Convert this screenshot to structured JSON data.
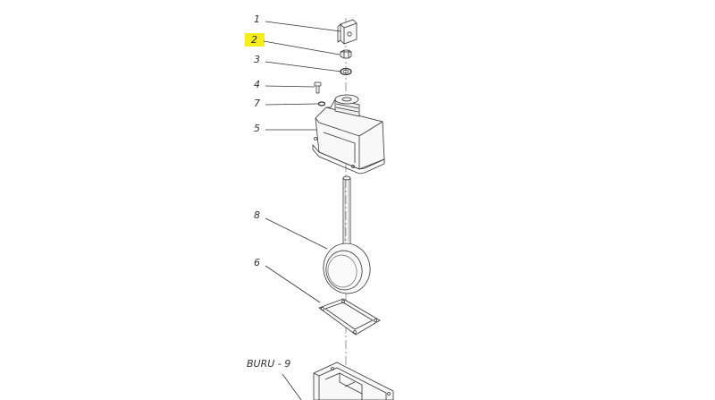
{
  "diagram": {
    "highlight_color": "#f5ee1a",
    "line_color": "#333333",
    "callouts": [
      {
        "id": "c1",
        "label": "1",
        "part": "clevis-bracket"
      },
      {
        "id": "c2",
        "label": "2",
        "part": "hex-nut",
        "highlighted": true
      },
      {
        "id": "c3",
        "label": "3",
        "part": "washer"
      },
      {
        "id": "c4",
        "label": "4",
        "part": "bolt"
      },
      {
        "id": "c7",
        "label": "7",
        "part": "small-washer"
      },
      {
        "id": "c5",
        "label": "5",
        "part": "housing-cover"
      },
      {
        "id": "c8",
        "label": "8",
        "part": "float-rod"
      },
      {
        "id": "c6",
        "label": "6",
        "part": "gasket"
      },
      {
        "id": "c9",
        "label": "BURU - 9",
        "part": "base-body"
      }
    ]
  }
}
